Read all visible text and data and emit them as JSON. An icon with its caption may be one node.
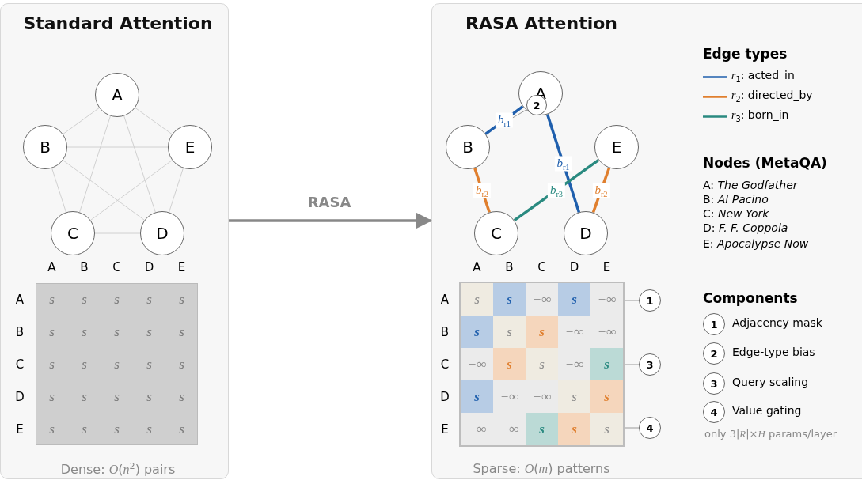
{
  "diagram": {
    "nodes": [
      {
        "text": [
          "Standard Attention",
          "Dense: *O*(*n*$^{2}$) pairs"
        ]
      },
      {
        "text": [
          "A"
        ],
        "in": 0
      },
      {
        "text": [
          "B"
        ],
        "in": 0
      },
      {
        "text": [
          "C"
        ],
        "in": 0
      },
      {
        "text": [
          "D"
        ],
        "in": 0
      },
      {
        "text": [
          "E"
        ],
        "in": 0
      },
      {
        "text": [
          "RASA Attention",
          "Sparse: *O*(*m*) patterns"
        ]
      },
      {
        "text": [
          "A"
        ],
        "in": 6
      },
      {
        "text": [
          "B"
        ],
        "in": 6
      },
      {
        "text": [
          "C"
        ],
        "in": 6
      },
      {
        "text": [
          "D"
        ],
        "in": 6
      },
      {
        "text": [
          "E"
        ],
        "in": 6
      },
      {
        "text": [
          "2"
        ],
        "in": 7
      },
      {
        "text": [
          "1"
        ],
        "in": 6
      },
      {
        "text": [
          "3"
        ],
        "in": 6
      },
      {
        "text": [
          "4"
        ],
        "in": 6
      },
      {
        "text": [
          "1"
        ],
        "in": 6,
        "beside": [
          "Adjacency mask"
        ]
      },
      {
        "text": [
          "2"
        ],
        "in": 6,
        "beside": [
          "Edge-type bias"
        ]
      },
      {
        "text": [
          "3"
        ],
        "in": 6,
        "beside": [
          "Query scaling"
        ]
      },
      {
        "text": [
          "4"
        ],
        "in": 6,
        "beside": [
          "Value gating"
        ]
      },
      {
        "text": [],
        "shape": "box",
        "in": 6
      }
    ],
    "edges": [
      {
        "from": 1,
        "to": 2,
        "arrow": "none"
      },
      {
        "from": 1,
        "to": 3,
        "arrow": "none"
      },
      {
        "from": 1,
        "to": 4,
        "arrow": "none"
      },
      {
        "from": 1,
        "to": 5,
        "arrow": "none"
      },
      {
        "from": 2,
        "to": 3,
        "arrow": "none"
      },
      {
        "from": 2,
        "to": 4,
        "arrow": "none"
      },
      {
        "from": 2,
        "to": 5,
        "arrow": "none"
      },
      {
        "from": 3,
        "to": 4,
        "arrow": "none"
      },
      {
        "from": 3,
        "to": 5,
        "arrow": "none"
      },
      {
        "from": 4,
        "to": 5,
        "arrow": "none"
      },
      {
        "from": 0,
        "to": 6,
        "arrow": "to",
        "label": "RASA",
        "style": "thick",
        "color": "#888888"
      },
      {
        "from": 7,
        "to": 8,
        "arrow": "none",
        "label": "*b*$_{r1}$",
        "style": "thick",
        "color": "#1f5fad"
      },
      {
        "from": 7,
        "to": 10,
        "arrow": "none",
        "label": "*b*$_{r1}$",
        "style": "thick",
        "color": "#1f5fad"
      },
      {
        "from": 8,
        "to": 9,
        "arrow": "none",
        "label": "*b*$_{r2}$",
        "style": "thick",
        "color": "#e07f2e"
      },
      {
        "from": 9,
        "to": 11,
        "arrow": "none",
        "label": "*b*$_{r3}$",
        "style": "thick",
        "color": "#2a8a80"
      },
      {
        "from": 10,
        "to": 11,
        "arrow": "none",
        "label": "*b*$_{r2}$",
        "style": "thick",
        "color": "#e07f2e"
      },
      {
        "from": 12,
        "to": null,
        "arrow": "none",
        "color": "#999999"
      },
      {
        "from": 13,
        "to": 20,
        "arrow": "none",
        "color": "#999999"
      },
      {
        "from": 14,
        "to": 20,
        "arrow": "none",
        "color": "#999999"
      },
      {
        "from": 15,
        "to": 20,
        "arrow": "none",
        "color": "#999999"
      }
    ],
    "labels": [
      "A",
      "B",
      "C",
      "D",
      "E",
      "A",
      "s",
      "s",
      "s",
      "s",
      "s",
      "B",
      "s",
      "s",
      "s",
      "s",
      "s",
      "C",
      "s",
      "s",
      "s",
      "s",
      "s",
      "D",
      "s",
      "s",
      "s",
      "s",
      "s",
      "E",
      "s",
      "s",
      "s",
      "s",
      "s",
      "A",
      "B",
      "C",
      "D",
      "E",
      "A",
      "s",
      "s",
      "−∞",
      "s",
      "−∞",
      "B",
      "s",
      "s",
      "s",
      "−∞",
      "−∞",
      "C",
      "−∞",
      "s",
      "s",
      "−∞",
      "s",
      "D",
      "s",
      "−∞",
      "−∞",
      "s",
      "s",
      "E",
      "−∞",
      "−∞",
      "s",
      "s",
      "s",
      "Edge types",
      "Nodes (MetaQA)",
      "A: *The Godfather*",
      "B: *Al Pacino*",
      "C: *New York*",
      "D: *F. F. Coppola*",
      "E: *Apocalypse Now*",
      "Components",
      "only 3|*R*|×*H* params/layer"
    ],
    "legend": [
      {
        "text": "*r*$_{1}$: acted_in",
        "color": "#1f5fad"
      },
      {
        "text": "*r*$_{2}$: directed_by",
        "color": "#e07f2e"
      },
      {
        "text": "*r*$_{3}$: born_in",
        "color": "#2a8a80"
      }
    ]
  }
}
